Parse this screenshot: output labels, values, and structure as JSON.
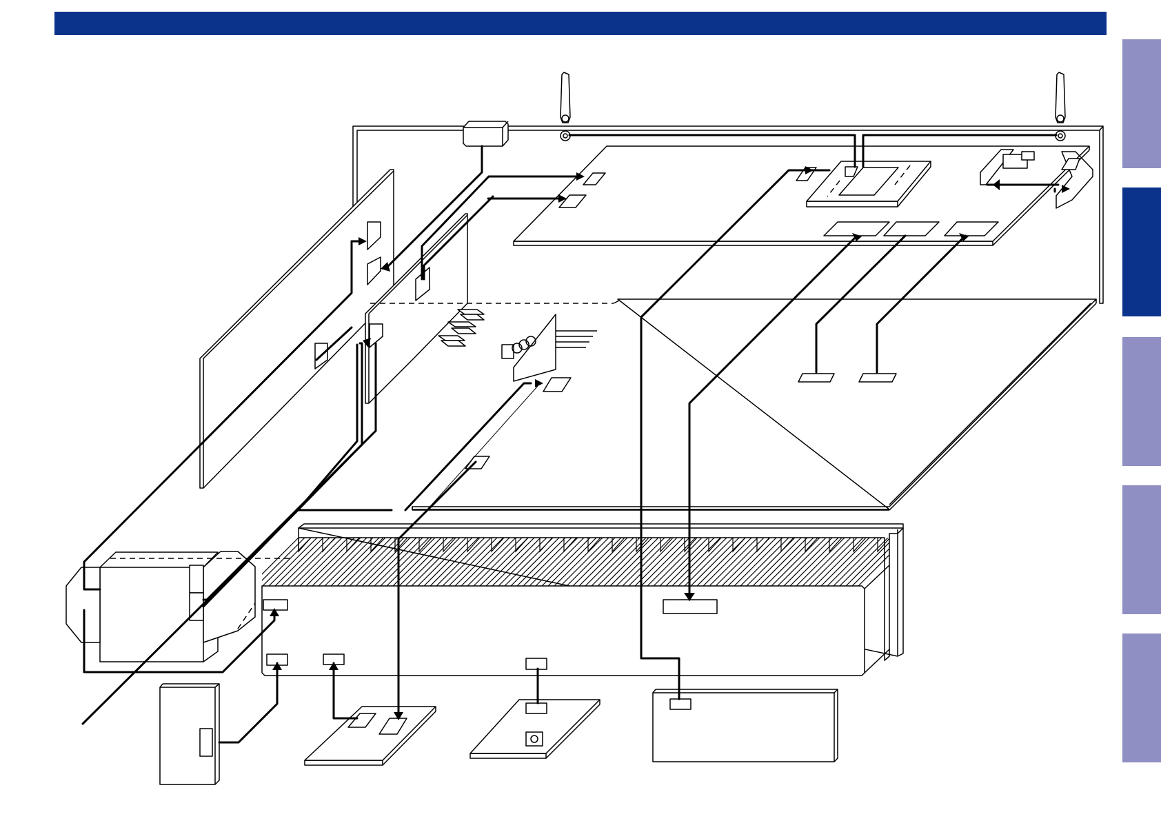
{
  "colors": {
    "header_bar": "#0c338c",
    "tab_inactive": "#8f8fc4",
    "tab_active": "#0c338c",
    "line": "#000000",
    "background": "#ffffff"
  },
  "side_tabs": [
    {
      "state": "inactive"
    },
    {
      "state": "active"
    },
    {
      "state": "inactive"
    },
    {
      "state": "inactive"
    },
    {
      "state": "inactive"
    }
  ]
}
